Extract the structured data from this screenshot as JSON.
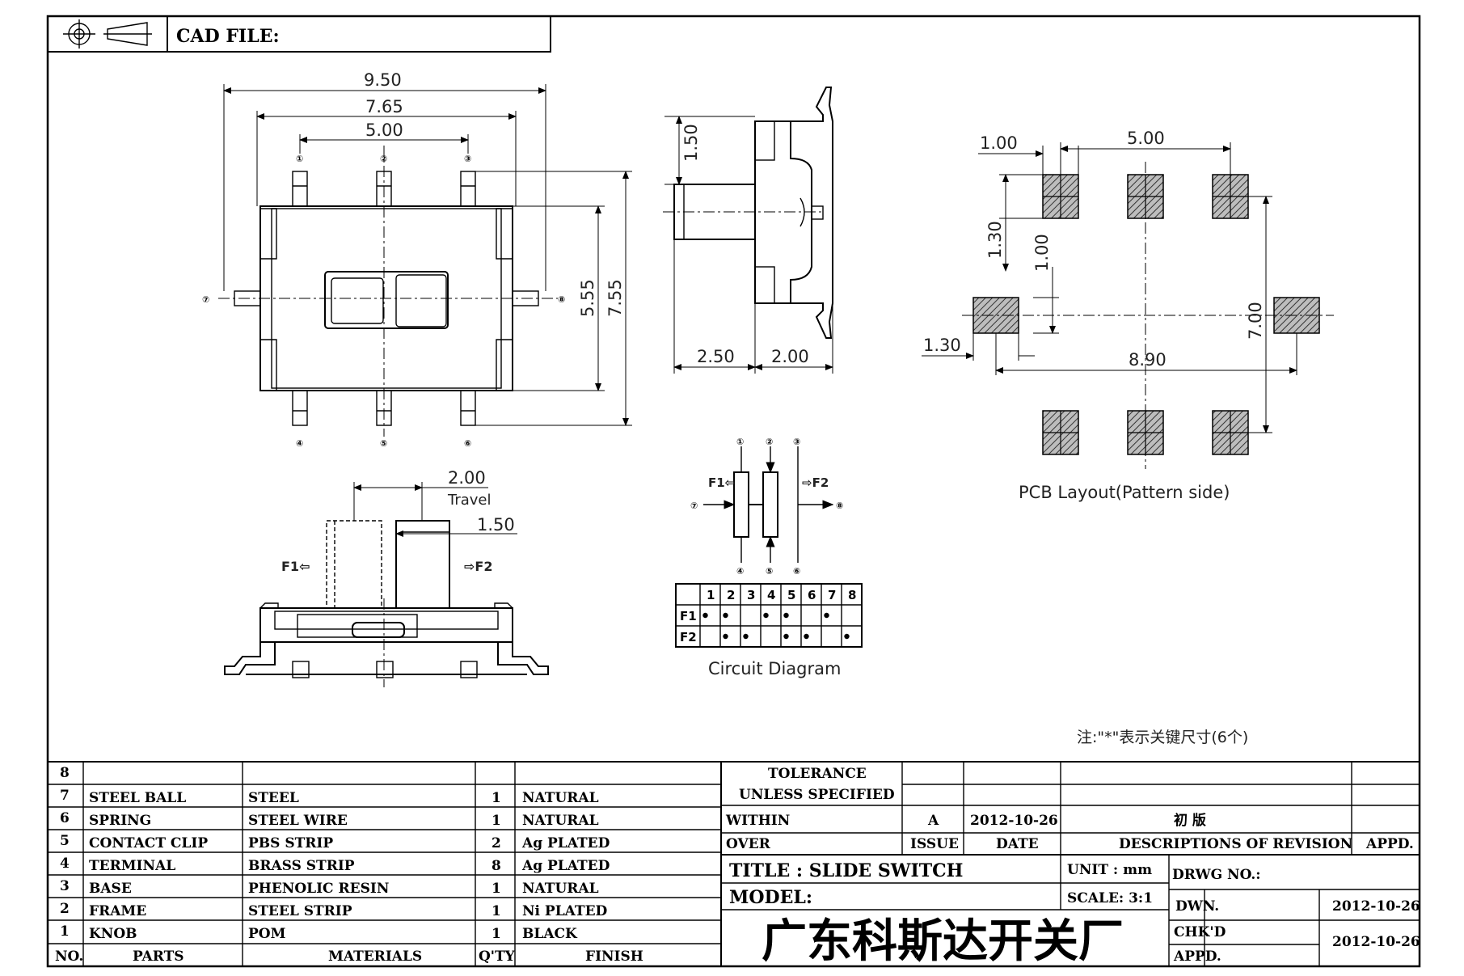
{
  "header": {
    "cad_label": "CAD FILE:"
  },
  "dimensions": {
    "top_width_950": "9.50",
    "top_width_765": "7.65",
    "top_width_500": "5.00",
    "top_h_555": "5.55",
    "top_h_755": "7.55",
    "side_150": "1.50",
    "side_250": "2.50",
    "side_200": "2.00",
    "travel_200": "2.00",
    "travel_label": "Travel",
    "knob_150": "1.50",
    "pcb_100a": "1.00",
    "pcb_500": "5.00",
    "pcb_130a": "1.30",
    "pcb_100b": "1.00",
    "pcb_700": "7.00",
    "pcb_130b": "1.30",
    "pcb_890": "8.90"
  },
  "labels": {
    "f1_left": "F1⇦",
    "f2_right": "⇨F2",
    "circuit_f1": "F1⇦",
    "circuit_f2": "⇨F2",
    "circuit_caption": "Circuit Diagram",
    "pcb_caption": "PCB Layout(Pattern side)",
    "note": "注:\"*\"表示关键尺寸(6个)"
  },
  "pins": [
    "①",
    "②",
    "③",
    "④",
    "⑤",
    "⑥",
    "⑦",
    "⑧"
  ],
  "circuit_table": {
    "headers": [
      "1",
      "2",
      "3",
      "4",
      "5",
      "6",
      "7",
      "8"
    ],
    "rows": [
      {
        "name": "F1",
        "dots": [
          true,
          true,
          false,
          true,
          true,
          false,
          true,
          false
        ]
      },
      {
        "name": "F2",
        "dots": [
          false,
          true,
          true,
          false,
          true,
          true,
          false,
          true
        ]
      }
    ]
  },
  "parts_table": {
    "col_no": "NO.",
    "col_parts": "PARTS",
    "col_materials": "MATERIALS",
    "col_qty": "Q'TY",
    "col_finish": "FINISH",
    "rows": [
      {
        "no": "8",
        "part": "",
        "material": "",
        "qty": "",
        "finish": ""
      },
      {
        "no": "7",
        "part": "STEEL BALL",
        "material": "STEEL",
        "qty": "1",
        "finish": "NATURAL"
      },
      {
        "no": "6",
        "part": "SPRING",
        "material": "STEEL WIRE",
        "qty": "1",
        "finish": "NATURAL"
      },
      {
        "no": "5",
        "part": "CONTACT CLIP",
        "material": "PBS STRIP",
        "qty": "2",
        "finish": "Ag PLATED"
      },
      {
        "no": "4",
        "part": "TERMINAL",
        "material": "BRASS STRIP",
        "qty": "8",
        "finish": "Ag PLATED"
      },
      {
        "no": "3",
        "part": "BASE",
        "material": "PHENOLIC RESIN",
        "qty": "1",
        "finish": "NATURAL"
      },
      {
        "no": "2",
        "part": "FRAME",
        "material": "STEEL STRIP",
        "qty": "1",
        "finish": "Ni PLATED"
      },
      {
        "no": "1",
        "part": "KNOB",
        "material": "POM",
        "qty": "1",
        "finish": "BLACK"
      }
    ]
  },
  "title_block": {
    "tolerance": "TOLERANCE",
    "unless": "UNLESS   SPECIFIED",
    "within": "WITHIN",
    "over": "OVER",
    "rev_letter": "A",
    "rev_date": "2012-10-26",
    "rev_desc": "初  版",
    "issue": "ISSUE",
    "date": "DATE",
    "descriptions": "DESCRIPTIONS  OF  REVISION",
    "appd_head": "APPD.",
    "title": "TITLE :  SLIDE  SWITCH",
    "unit": "UNIT :   mm",
    "drwg_no": "DRWG  NO.:",
    "model": "MODEL:",
    "scale": "SCALE:   3:1",
    "dwn": "DWN.",
    "dwn_date": "2012-10-26",
    "chkd": "CHK'D",
    "chkd_date": "2012-10-26",
    "appd": "APPD.",
    "company": "广东科斯达开关厂"
  }
}
